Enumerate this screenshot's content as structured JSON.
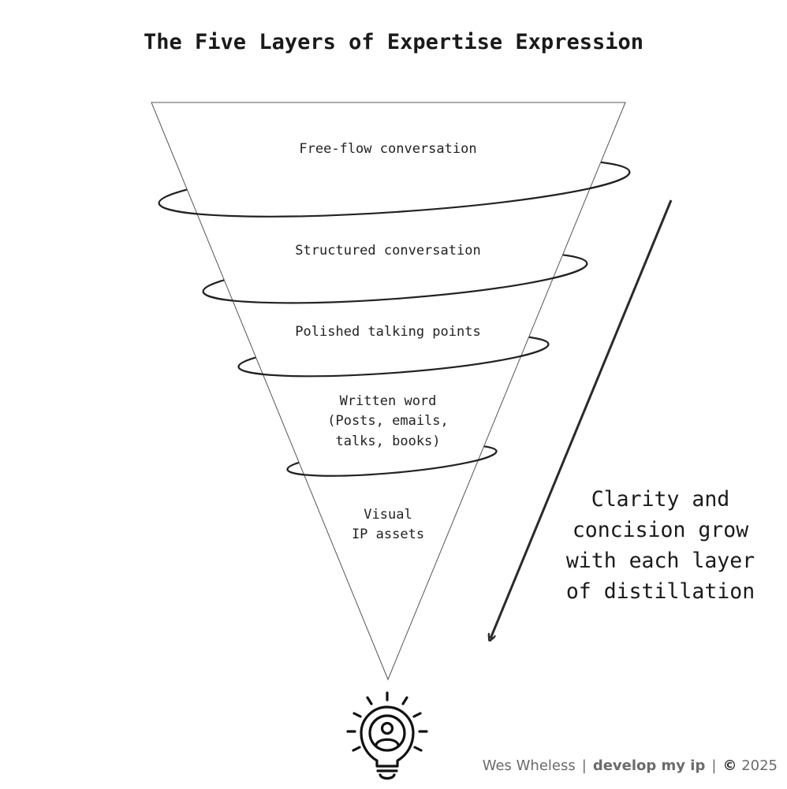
{
  "title": "The Five Layers of Expertise Expression",
  "layers": [
    {
      "lines": [
        "Free-flow conversation"
      ]
    },
    {
      "lines": [
        "Structured conversation"
      ]
    },
    {
      "lines": [
        "Polished talking points"
      ]
    },
    {
      "lines": [
        "Written word",
        "(Posts, emails,",
        "talks, books)"
      ]
    },
    {
      "lines": [
        "Visual",
        "IP assets"
      ]
    }
  ],
  "side_note": {
    "lines": [
      "Clarity and",
      "concision grow",
      "with each layer",
      "of distillation"
    ],
    "arrow_direction": "down-left"
  },
  "bottom_icon": "lightbulb-person-icon",
  "footer": {
    "author": "Wes Wheless",
    "brand": "develop my ip",
    "copyright_symbol": "©",
    "year": "2025"
  }
}
